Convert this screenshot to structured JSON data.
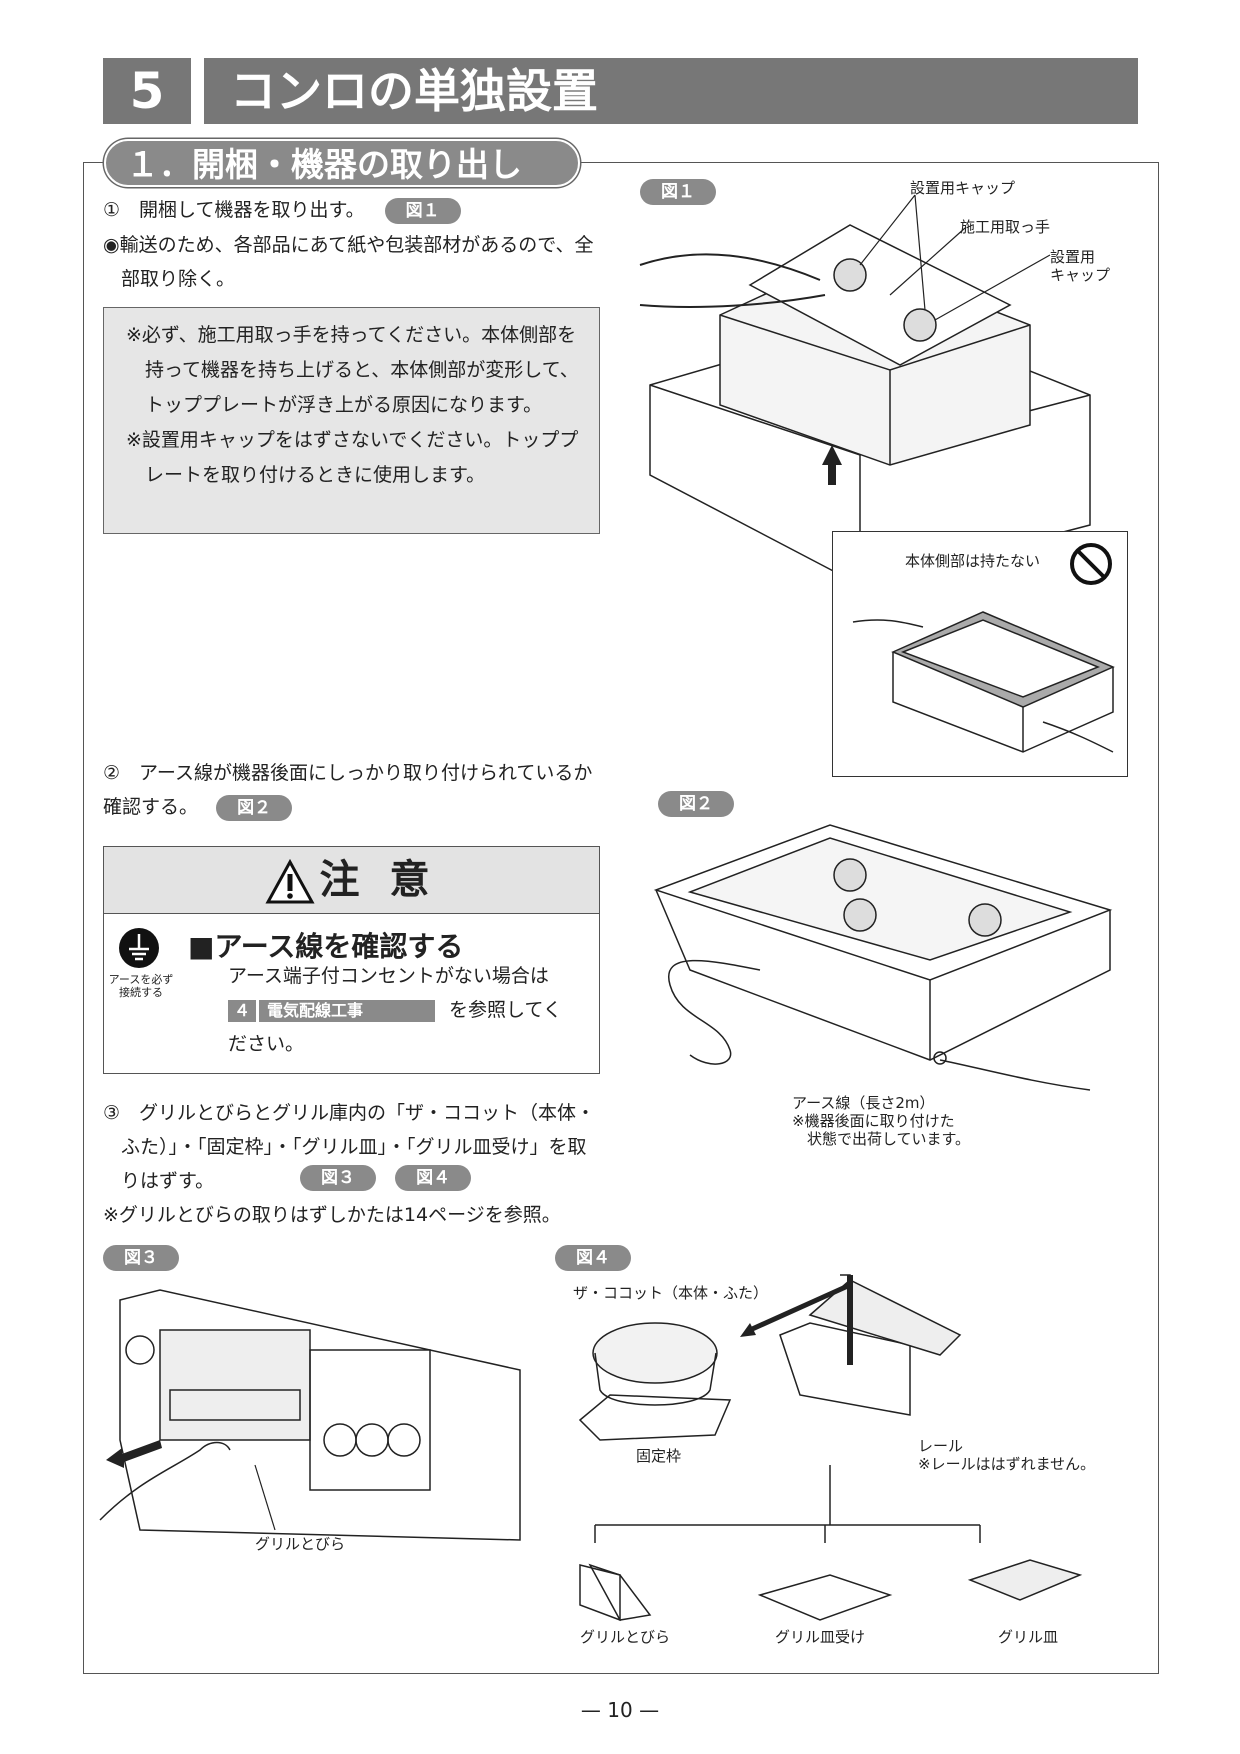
{
  "chapter": {
    "number": "5",
    "title": "コンロの単独設置"
  },
  "section": {
    "title": "１．開梱・機器の取り出し"
  },
  "step1": {
    "line1": "①　開梱して機器を取り出す。",
    "fig_ref": "図１",
    "bullet": "◉輸送のため、各部品にあて紙や包装部材があるので、全部取り除く。"
  },
  "notes": [
    "※必ず、施工用取っ手を持ってください。本体側部を持って機器を持ち上げると、本体側部が変形して、トッププレートが浮き上がる原因になります。",
    "※設置用キャップをはずさないでください。トッププレートを取り付けるときに使用します。"
  ],
  "step2": {
    "text": "②　アース線が機器後面にしっかり取り付けられているか確認する。",
    "fig_ref": "図２"
  },
  "caution": {
    "title": "注 意",
    "heading": "■アース線を確認する",
    "icon_label_1": "アースを必ず",
    "icon_label_2": "接続する",
    "body_1": "アース端子付コンセントがない場合は",
    "ref_num": "４",
    "ref_title": "電気配線工事",
    "body_2": "を参照してく",
    "body_3": "ださい。"
  },
  "step3": {
    "text": "③　グリルとびらとグリル庫内の「ザ・ココット（本体・ふた）」・「固定枠」・「グリル皿」・「グリル皿受け」を取りはずす。",
    "fig_ref_a": "図３",
    "fig_ref_b": "図４",
    "note": "※グリルとびらの取りはずしかたは14ページを参照。"
  },
  "fig1": {
    "label": "図１",
    "cap1": "設置用キャップ",
    "handle": "施工用取っ手",
    "cap2a": "設置用",
    "cap2b": "キャップ",
    "inset": "本体側部は持たない"
  },
  "fig2": {
    "label": "図２",
    "wire": "アース線（長さ2m）",
    "note1": "※機器後面に取り付けた",
    "note2": "　状態で出荷しています。"
  },
  "fig3": {
    "label": "図３",
    "door": "グリルとびら"
  },
  "fig4": {
    "label": "図４",
    "cocotte": "ザ・ココット（本体・ふた）",
    "frame": "固定枠",
    "rail": "レール",
    "rail_note": "※レールははずれません。",
    "parts": [
      "グリルとびら",
      "グリル皿受け",
      "グリル皿"
    ]
  },
  "page": "— 10 —"
}
